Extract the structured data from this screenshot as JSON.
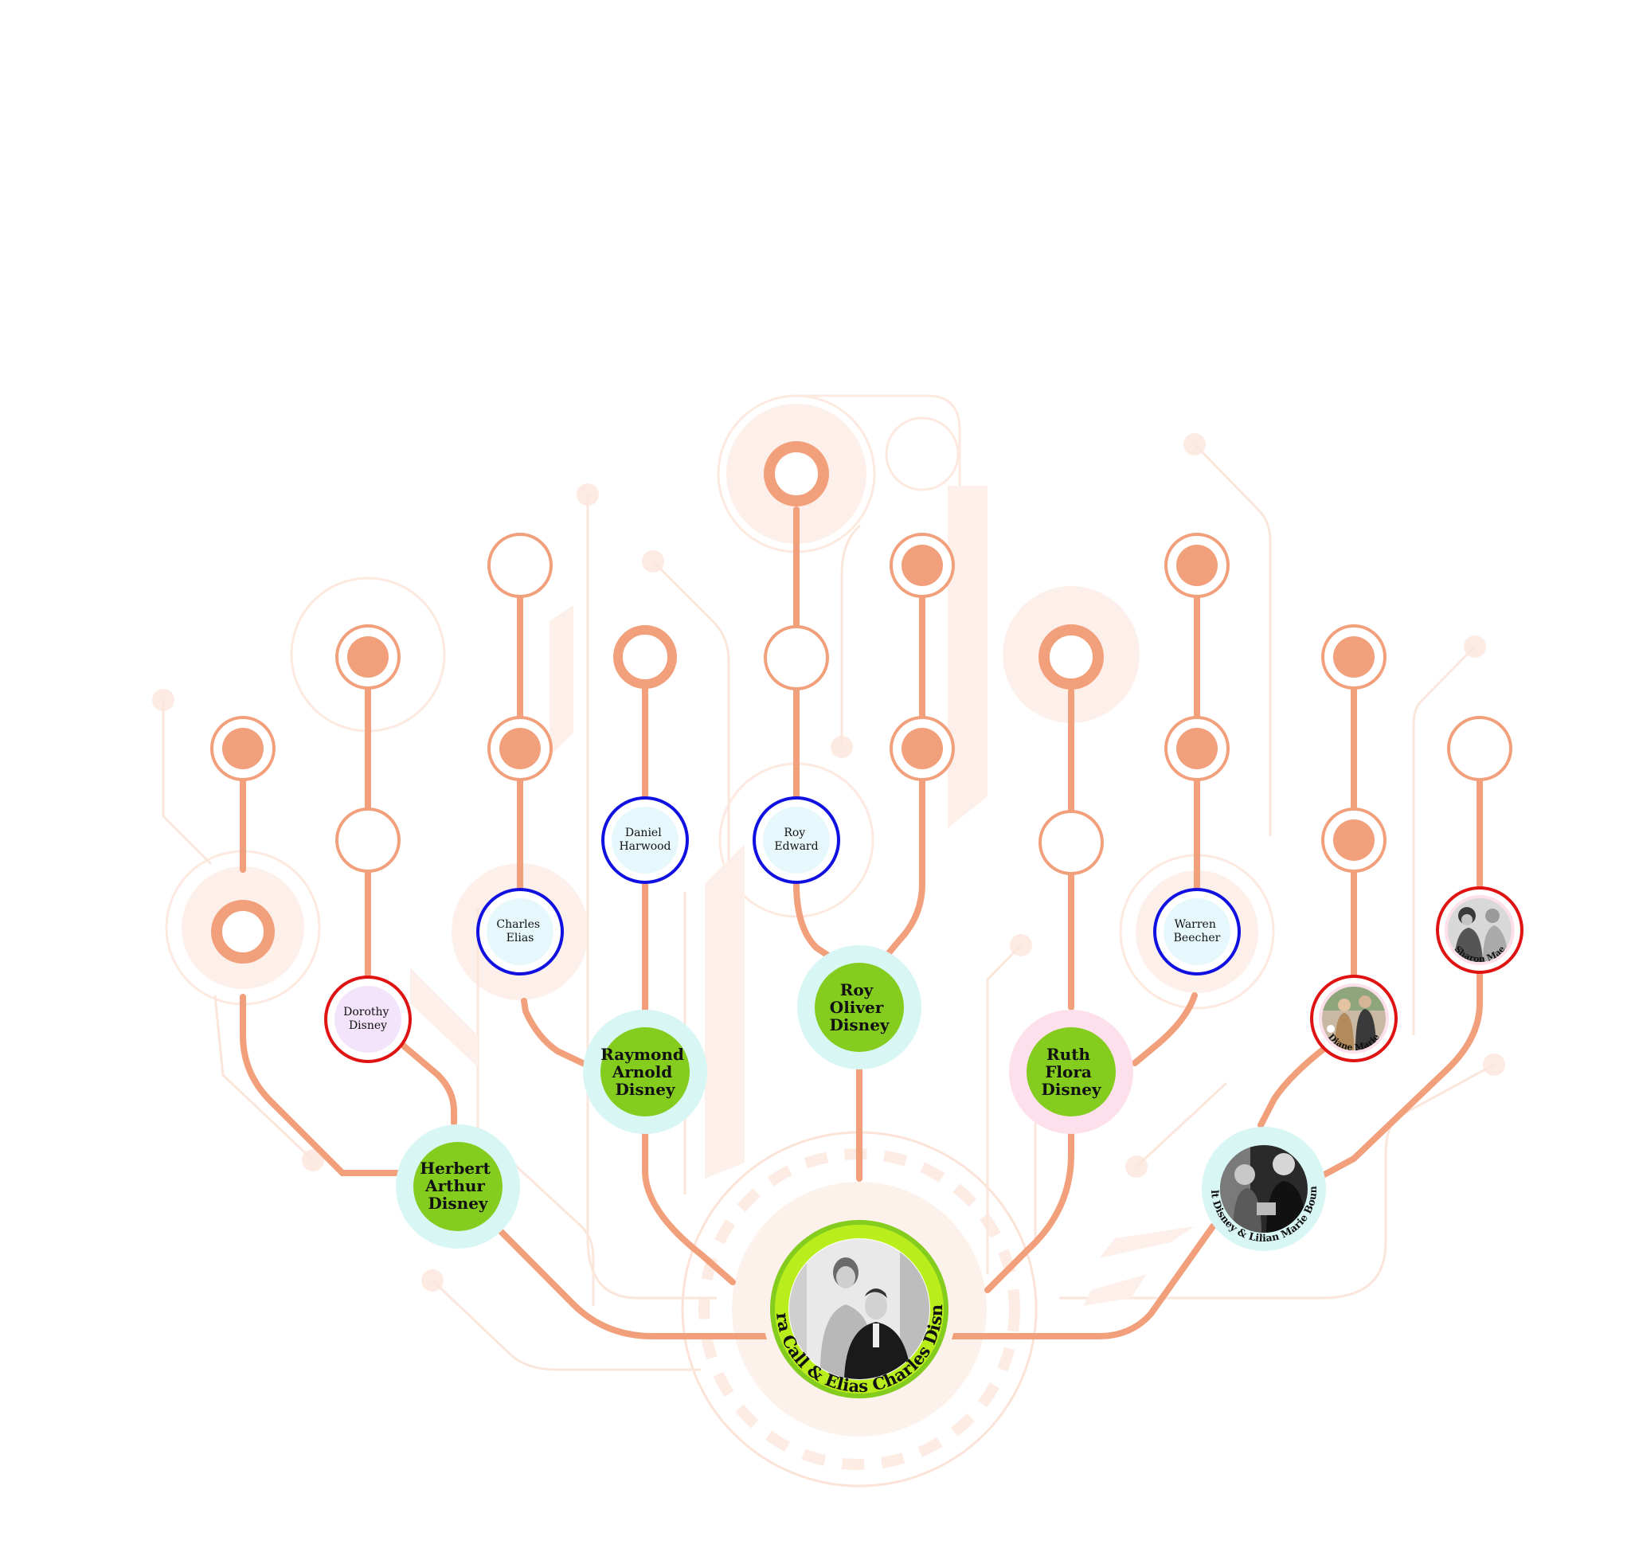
{
  "colors": {
    "line": "#f2a07b",
    "faint": "#fdf0ea",
    "faint_stroke": "#fbe3d8",
    "green": "#84cc1e",
    "bright_green": "#b9ee1c",
    "aqua": "#d8f6f4",
    "pink": "#fde0ec",
    "blue": "#1010e0",
    "red": "#e01313",
    "lavender": "#f3e4fb",
    "pale_blue": "#e6f8fb"
  },
  "root": {
    "label": "Flora Call & Elias Charles Disney",
    "photo": "couple-portrait"
  },
  "children": {
    "herbert": "Herbert Arthur Disney",
    "raymond": "Raymond Arnold Disney",
    "roy": "Roy Oliver Disney",
    "ruth": "Ruth Flora Disney",
    "walt": "Walt Disney & Lilian Marie Bounds"
  },
  "grandchildren": {
    "dorothy": "Dorothy Disney",
    "charles": "Charles Elias",
    "daniel": "Daniel Harwood",
    "roy_edward": "Roy Edward",
    "warren": "Warren Beecher",
    "diane": "Diane Marie",
    "sharon": "Sharon Mae"
  }
}
